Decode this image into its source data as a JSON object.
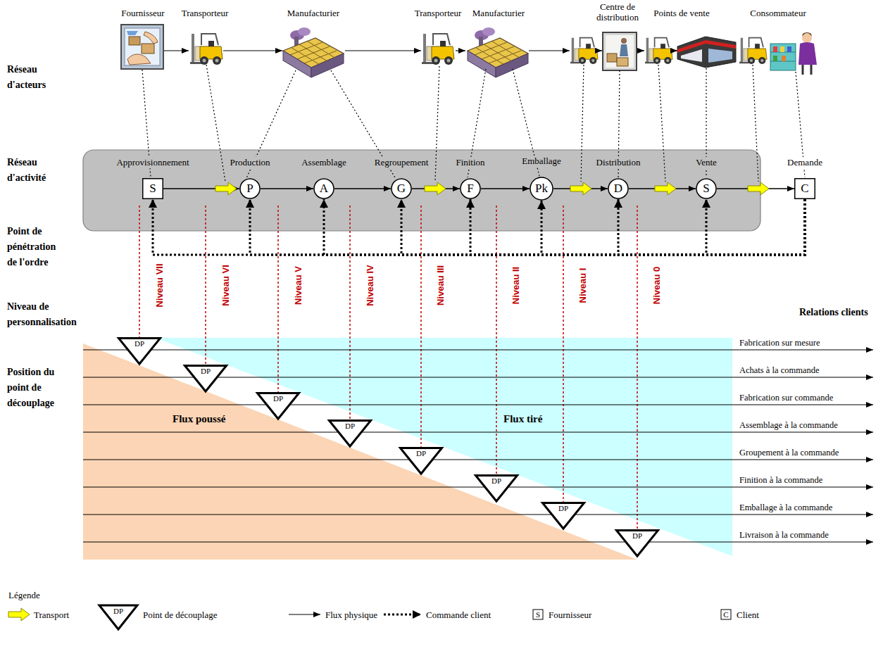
{
  "diagram": {
    "nodes": [
      {
        "text": [
          "Approvisionnement",
          "S"
        ]
      },
      {
        "text": [
          "Production",
          "P"
        ]
      },
      {
        "text": [
          "Assemblage",
          "A"
        ]
      },
      {
        "text": [
          "Regroupement",
          "G"
        ]
      },
      {
        "text": [
          "Finition",
          "F"
        ]
      },
      {
        "text": [
          "Emballage",
          "Pk"
        ]
      },
      {
        "text": [
          "Distribution",
          "D"
        ]
      },
      {
        "text": [
          "Vente",
          "S"
        ]
      },
      {
        "text": [
          "Demande",
          "C"
        ]
      },
      {
        "text": [
          "DP"
        ]
      },
      {
        "text": [
          "DP"
        ]
      },
      {
        "text": [
          "DP"
        ]
      },
      {
        "text": [
          "DP"
        ]
      },
      {
        "text": [
          "DP"
        ]
      },
      {
        "text": [
          "DP"
        ]
      },
      {
        "text": [
          "DP"
        ]
      },
      {
        "text": [
          "DP"
        ]
      }
    ],
    "edges": [
      {
        "from": 0,
        "to": 1,
        "arrow": "to"
      },
      {
        "from": 1,
        "to": 2,
        "arrow": "to"
      },
      {
        "from": 2,
        "to": 3,
        "arrow": "to"
      },
      {
        "from": 3,
        "to": 4,
        "arrow": "to"
      },
      {
        "from": 4,
        "to": 5,
        "arrow": "to"
      },
      {
        "from": 5,
        "to": 6,
        "arrow": "to"
      },
      {
        "from": 6,
        "to": 7,
        "arrow": "to"
      },
      {
        "from": 7,
        "to": 8,
        "arrow": "to"
      },
      {
        "from": 8,
        "to": 0,
        "arrow": "to"
      },
      {
        "from": 8,
        "to": 1,
        "arrow": "to"
      },
      {
        "from": 8,
        "to": 2,
        "arrow": "to"
      },
      {
        "from": 8,
        "to": 3,
        "arrow": "to"
      },
      {
        "from": 8,
        "to": 4,
        "arrow": "to"
      },
      {
        "from": 8,
        "to": 5,
        "arrow": "to"
      },
      {
        "from": 8,
        "to": 6,
        "arrow": "to"
      },
      {
        "from": 8,
        "to": 7,
        "arrow": "to"
      }
    ],
    "labels": [
      "Fournisseur",
      "Transporteur",
      "Manufacturier",
      "Transporteur",
      "Manufacturier",
      "Centre de distribution",
      "Points de vente",
      "Consommateur",
      "Réseau d'acteurs",
      "Réseau d'activité",
      "Point de pénétration de l'ordre",
      "Niveau de personnalisation",
      "Position du point de découplage",
      "Relations clients",
      "Niveau VII",
      "Niveau VI",
      "Niveau V",
      "Niveau IV",
      "Niveau III",
      "Niveau II",
      "Niveau I",
      "Niveau 0",
      "Flux poussé",
      "Flux tiré",
      "Fabrication sur mesure",
      "Achats à la commande",
      "Fabrication sur commande",
      "Assemblage à la commande",
      "Groupement à la commande",
      "Finition à la commande",
      "Emballage à la commande",
      "Livraison à la commande",
      "Légende",
      "DP",
      "S",
      "C"
    ],
    "legend": [
      {
        "text": "Transport"
      },
      {
        "text": "Point de découplage"
      },
      {
        "text": "Flux physique"
      },
      {
        "text": "Commande client"
      },
      {
        "text": "Fournisseur"
      },
      {
        "text": "Client"
      }
    ]
  }
}
